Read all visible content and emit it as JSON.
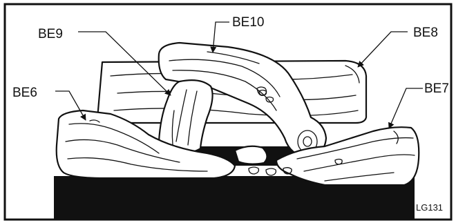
{
  "labels": {
    "be10": "BE10",
    "be9": "BE9",
    "be8": "BE8",
    "be6": "BE6",
    "be7": "BE7"
  },
  "figure_id": "LG131",
  "colors": {
    "ink": "#111111",
    "paper": "#ffffff",
    "grate": "#111111"
  }
}
